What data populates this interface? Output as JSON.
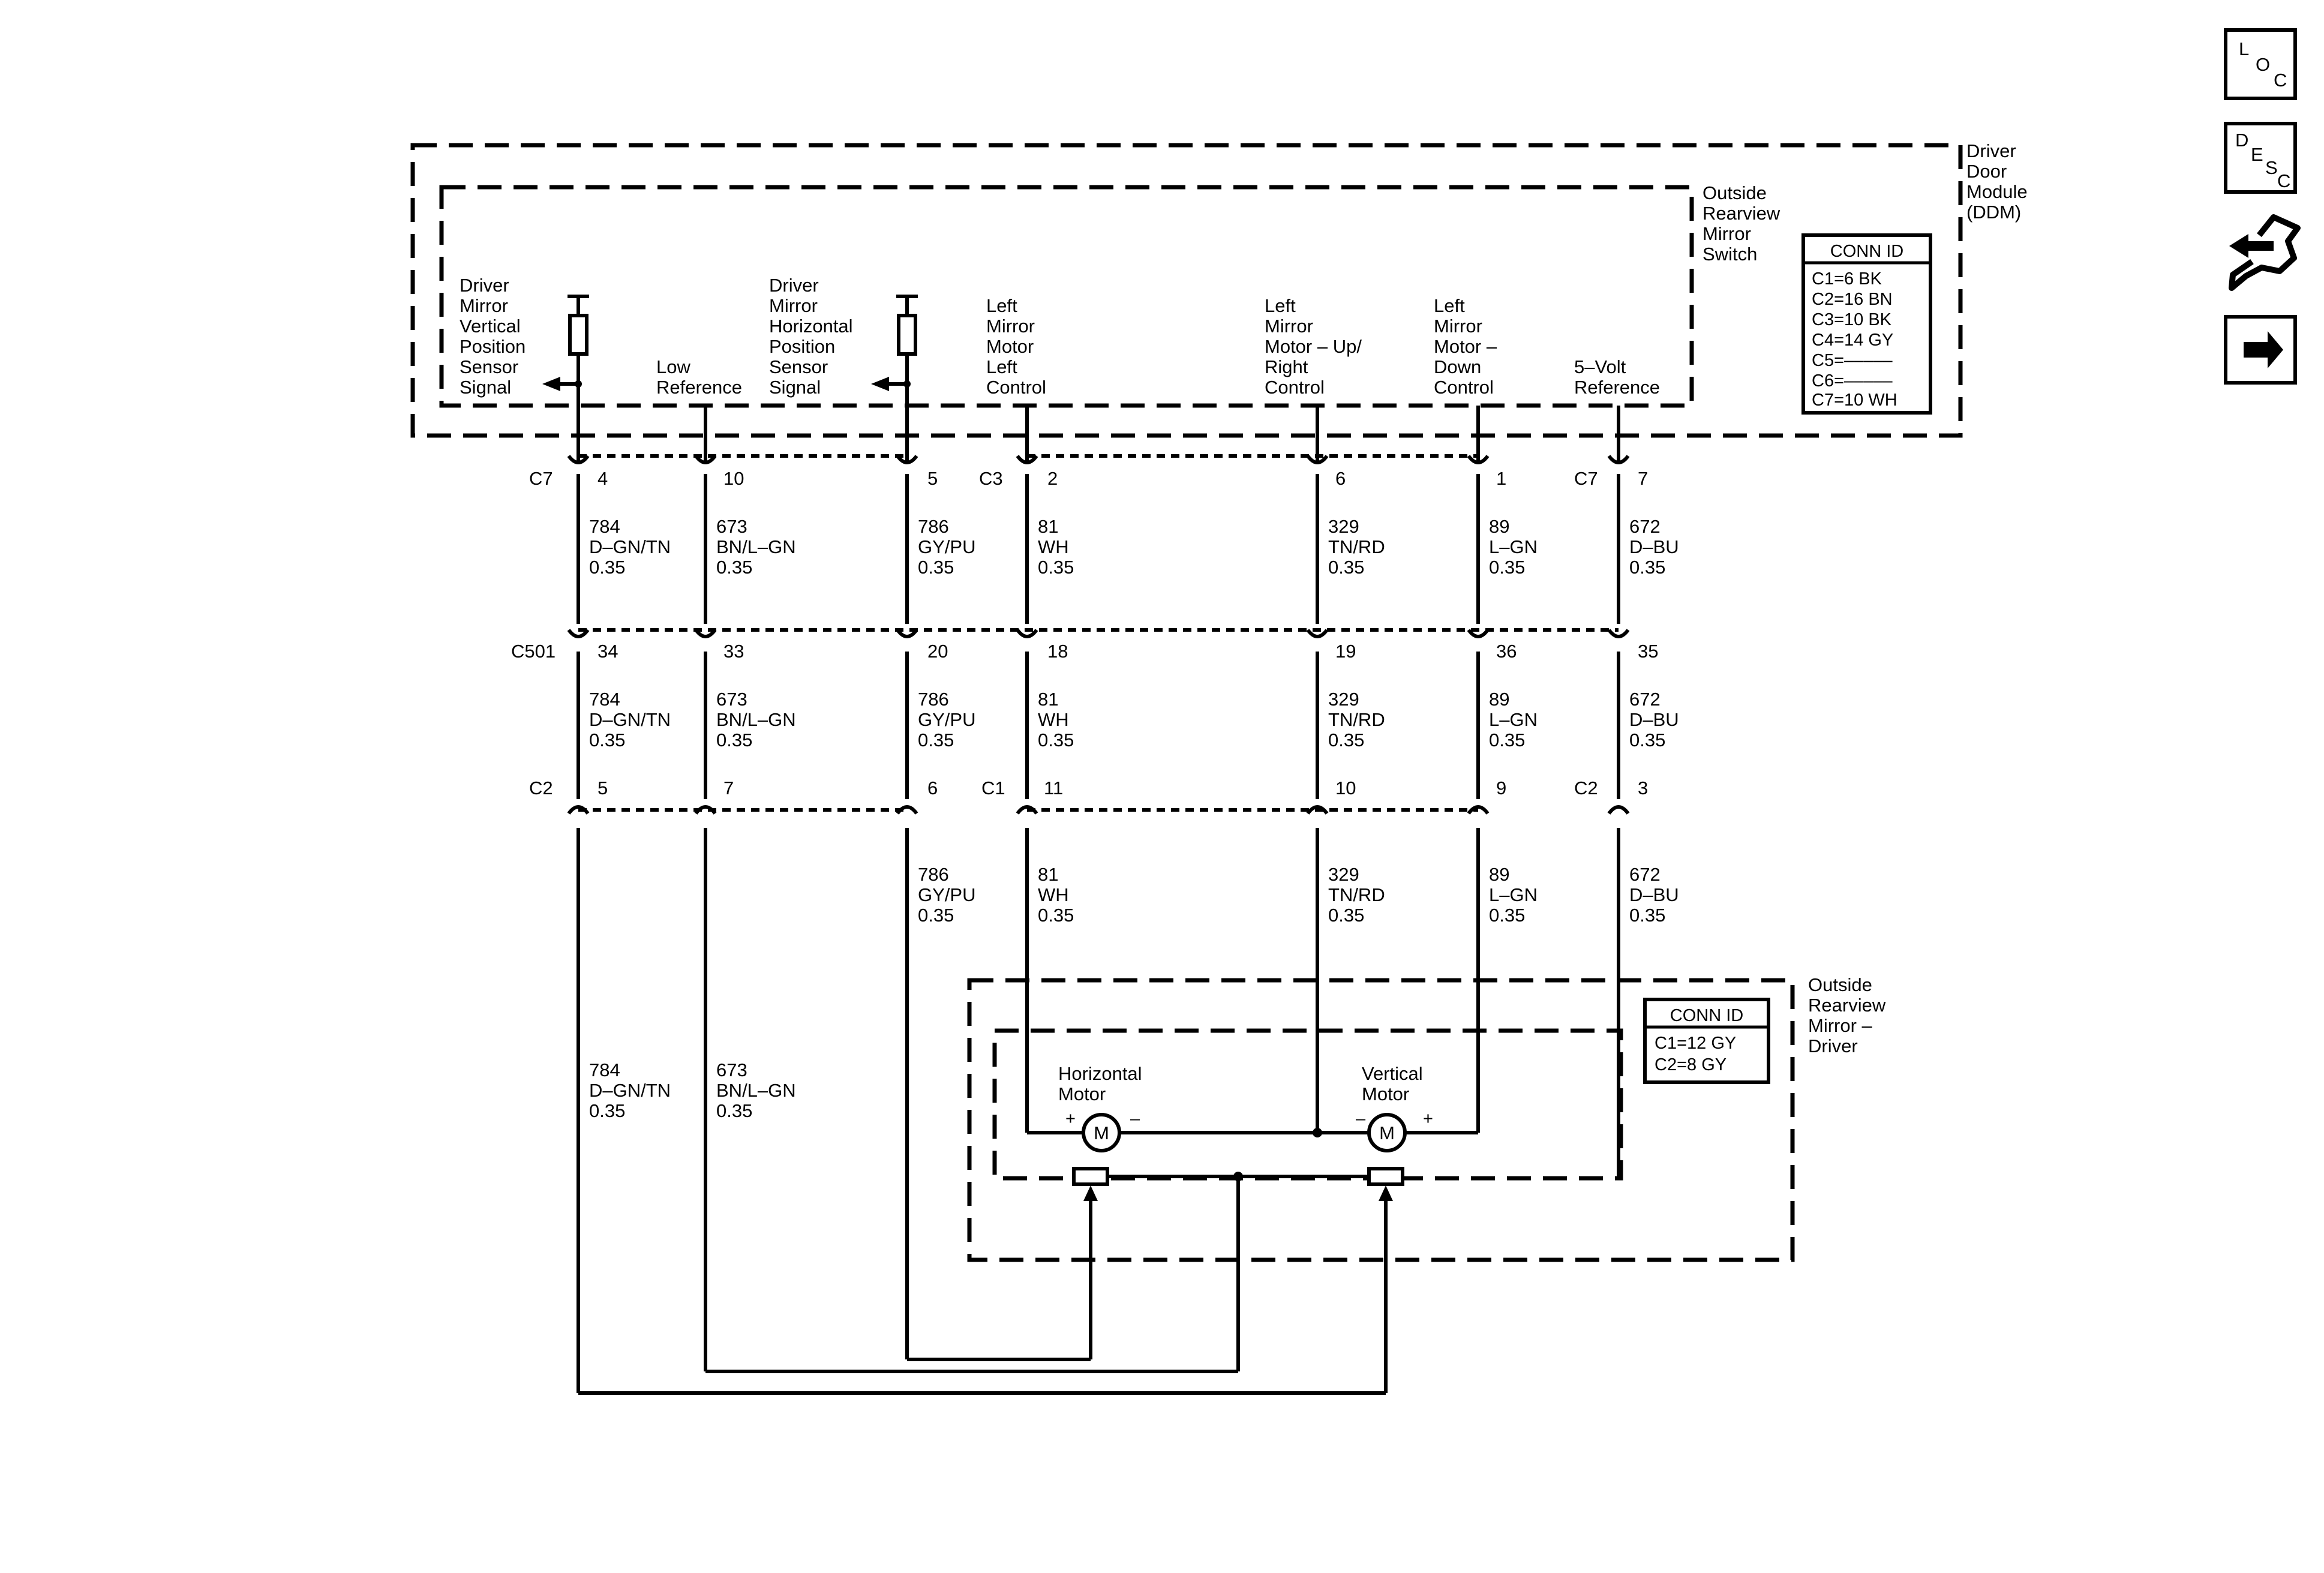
{
  "modules": {
    "ddm": {
      "label": [
        "Driver",
        "Door",
        "Module",
        "(DDM)"
      ]
    },
    "switch": {
      "label": [
        "Outside",
        "Rearview",
        "Mirror",
        "Switch"
      ]
    },
    "mirror": {
      "label": [
        "Outside",
        "Rearview",
        "Mirror –",
        "Driver"
      ]
    }
  },
  "ddm_conn_id": {
    "title": "CONN ID",
    "rows": [
      "C1=6 BK",
      "C2=16 BN",
      "C3=10 BK",
      "C4=14 GY",
      "C5=–––––",
      "C6=–––––",
      "C7=10 WH"
    ]
  },
  "mirror_conn_id": {
    "title": "CONN ID",
    "rows": [
      "C1=12 GY",
      "C2=8 GY"
    ]
  },
  "circuit_labels": [
    [
      "Driver",
      "Mirror",
      "Vertical",
      "Position",
      "Sensor",
      "Signal"
    ],
    [
      "Low",
      "Reference"
    ],
    [
      "Driver",
      "Mirror",
      "Horizontal",
      "Position",
      "Sensor",
      "Signal"
    ],
    [
      "Left",
      "Mirror",
      "Motor",
      "Left",
      "Control"
    ],
    [
      "Left",
      "Mirror",
      "Motor – Up/",
      "Right",
      "Control"
    ],
    [
      "Left",
      "Mirror",
      "Motor –",
      "Down",
      "Control"
    ],
    [
      "5–Volt",
      "Reference"
    ]
  ],
  "connectors": {
    "row1": {
      "names": [
        "C7",
        "C3",
        "C7"
      ],
      "pins": [
        "4",
        "10",
        "5",
        "2",
        "6",
        "1",
        "7"
      ]
    },
    "row2": {
      "names": [
        "C501"
      ],
      "pins": [
        "34",
        "33",
        "20",
        "18",
        "19",
        "36",
        "35"
      ]
    },
    "row3": {
      "names": [
        "C2",
        "C1",
        "C2"
      ],
      "pins": [
        "5",
        "7",
        "6",
        "11",
        "10",
        "9",
        "3"
      ]
    }
  },
  "wires": [
    {
      "circuit": "784",
      "color": "D–GN/TN",
      "size": "0.35"
    },
    {
      "circuit": "673",
      "color": "BN/L–GN",
      "size": "0.35"
    },
    {
      "circuit": "786",
      "color": "GY/PU",
      "size": "0.35"
    },
    {
      "circuit": "81",
      "color": "WH",
      "size": "0.35"
    },
    {
      "circuit": "329",
      "color": "TN/RD",
      "size": "0.35"
    },
    {
      "circuit": "89",
      "color": "L–GN",
      "size": "0.35"
    },
    {
      "circuit": "672",
      "color": "D–BU",
      "size": "0.35"
    }
  ],
  "motors": {
    "horizontal": {
      "label": [
        "Horizontal",
        "Motor"
      ],
      "symbol": "M",
      "plus": "+",
      "minus": "–"
    },
    "vertical": {
      "label": [
        "Vertical",
        "Motor"
      ],
      "symbol": "M",
      "plus": "+",
      "minus": "–"
    }
  },
  "nav_icons": [
    {
      "name": "loc-icon",
      "letters": [
        "L",
        "O",
        "C"
      ]
    },
    {
      "name": "desc-icon",
      "letters": [
        "D",
        "E",
        "S",
        "C"
      ]
    },
    {
      "name": "connector-end-view-icon"
    },
    {
      "name": "next-page-arrow-icon"
    }
  ]
}
